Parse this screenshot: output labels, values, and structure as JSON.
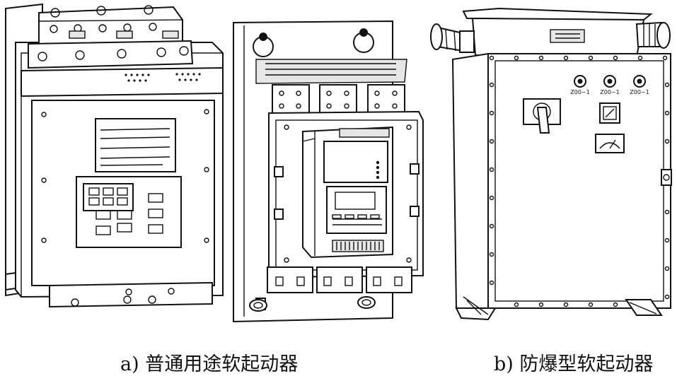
{
  "figure": {
    "caption_a": "a) 普通用途软起动器",
    "caption_b": "b) 防爆型软起动器",
    "panel_b_indicator_label": "Z00~1"
  }
}
